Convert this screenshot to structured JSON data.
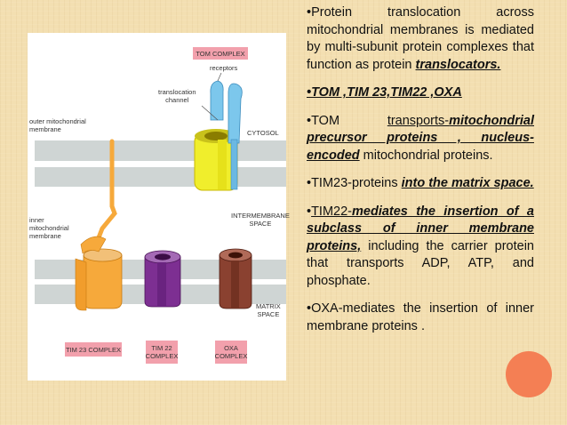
{
  "diagram": {
    "labels": {
      "tom_complex": "TOM COMPLEX",
      "receptors": "receptors",
      "translocation_channel": "translocation\nchannel",
      "outer_membrane": "outer mitochondrial\nmembrane",
      "cytosol": "CYTOSOL",
      "inner_membrane": "inner\nmitochondrial\nmembrane",
      "intermembrane_space": "INTERMEMBRANE\nSPACE",
      "matrix_space": "MATRIX\nSPACE",
      "tim23_complex": "TIM 23 COMPLEX",
      "tim22_complex": "TIM 22\nCOMPLEX",
      "oxa_complex": "OXA\nCOMPLEX"
    },
    "colors": {
      "panel": "#ffffff",
      "label_box": "#f2a0ac",
      "membrane": "#cfd5d4",
      "tom": "#f0ee2c",
      "receptor": "#7cc7ec",
      "tim23": "#f6a93b",
      "tim22": "#7d2f92",
      "oxa": "#8a4130"
    }
  },
  "text": {
    "p1_a": "•Protein translocation across mitochondrial membranes is mediated by multi-subunit protein complexes that function as protein ",
    "p1_b": "translocators.",
    "p2": "•TOM ,TIM 23,TIM22 ,OXA",
    "p3_a": "•TOM ",
    "p3_b": "transports-",
    "p3_c": "mitochondrial precursor proteins , nucleus-encoded",
    "p3_d": " mitochondrial proteins.",
    "p4_a": "•TIM23-proteins ",
    "p4_b": "into the matrix space.",
    "p5_a": "•",
    "p5_b": "TIM22-",
    "p5_c": "mediates the insertion of a subclass of inner membrane proteins,",
    "p5_d": " including the carrier protein that transports ADP, ATP, and phosphate.",
    "p6": "•OXA-mediates the insertion of inner membrane proteins ."
  },
  "decor": {
    "dot_color": "#f47f54",
    "background": "#f3dfb1"
  }
}
